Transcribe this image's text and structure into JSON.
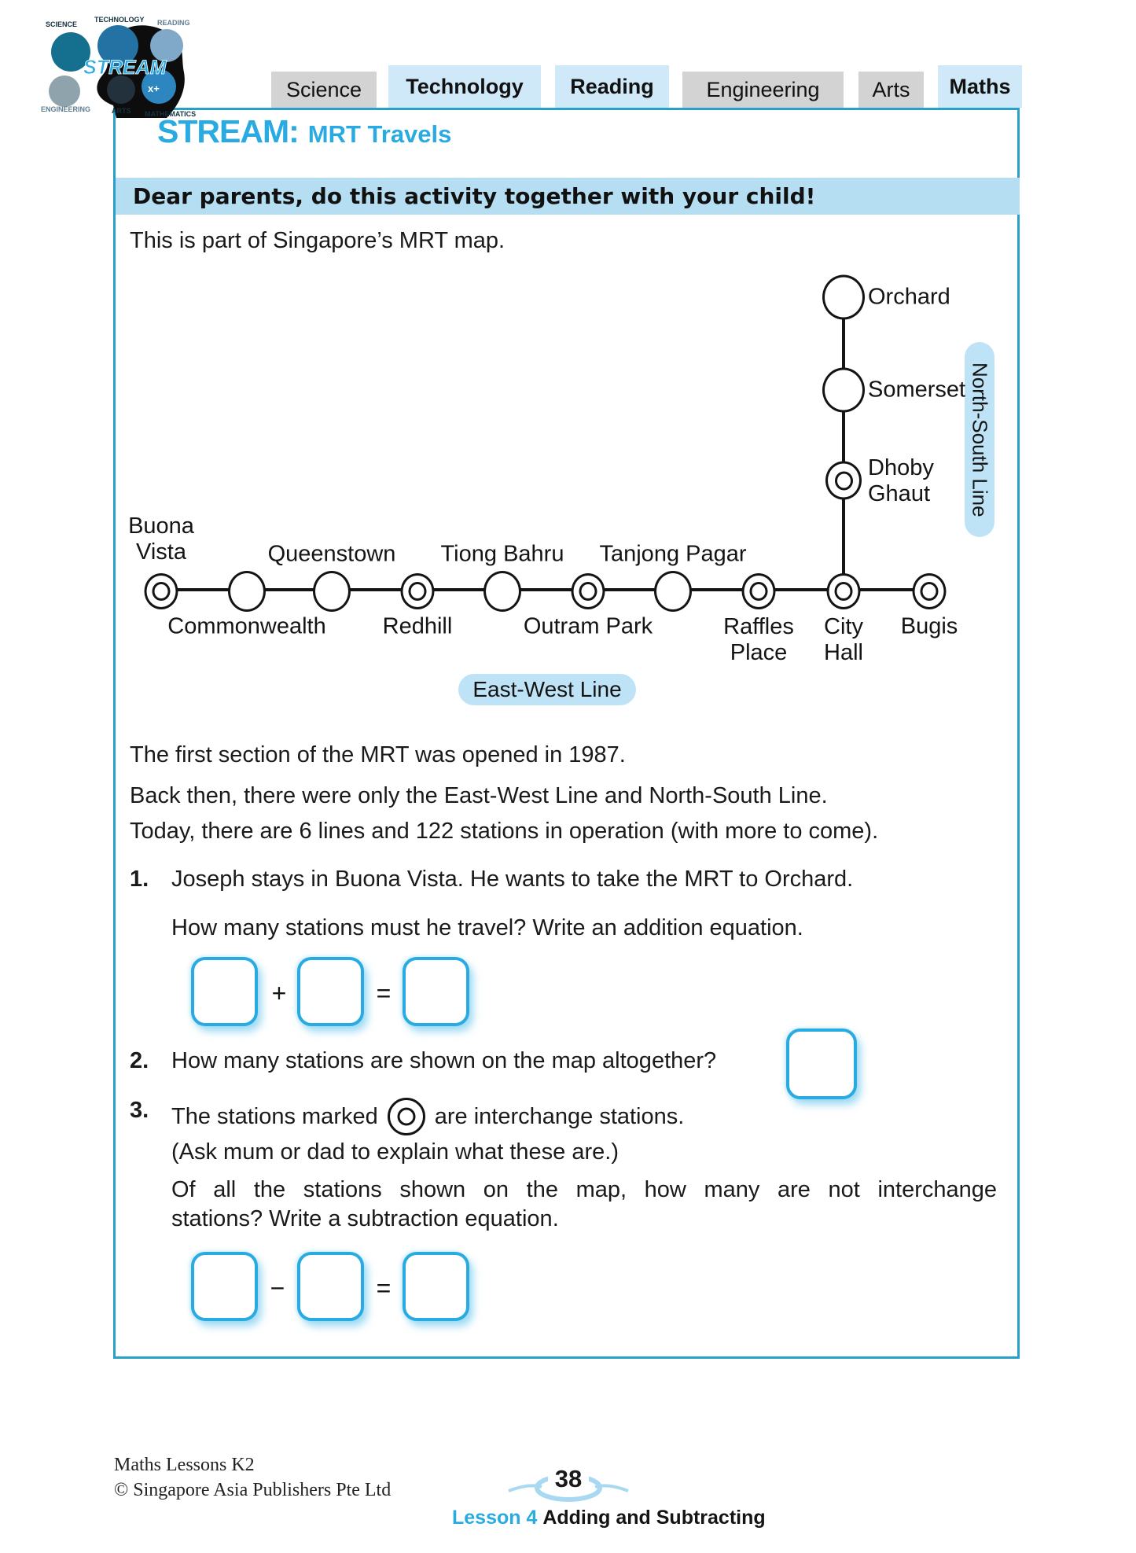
{
  "header": {
    "logo_brand": "STREAM",
    "logo_labels": [
      "SCIENCE",
      "TECHNOLOGY",
      "READING",
      "ENGINEERING",
      "ARTS",
      "MATHEMATICS"
    ],
    "tabs": [
      {
        "label": "Science",
        "active": false
      },
      {
        "label": "Technology",
        "active": true
      },
      {
        "label": "Reading",
        "active": true
      },
      {
        "label": "Engineering",
        "active": false
      },
      {
        "label": "Arts",
        "active": false
      },
      {
        "label": "Maths",
        "active": true
      }
    ],
    "title_prefix": "STREAM:",
    "title": "MRT Travels",
    "banner": "Dear parents, do this activity together with your child!"
  },
  "intro": "This is part of Singapore’s MRT map.",
  "map": {
    "ew_line_label": "East-West Line",
    "ns_line_label": "North-South Line",
    "ew_stations": [
      {
        "name": "Buona Vista",
        "label": "Buona\nVista",
        "interchange": true,
        "label_pos": "above"
      },
      {
        "name": "Commonwealth",
        "label": "Commonwealth",
        "interchange": false,
        "label_pos": "below"
      },
      {
        "name": "Queenstown",
        "label": "Queenstown",
        "interchange": false,
        "label_pos": "above"
      },
      {
        "name": "Redhill",
        "label": "Redhill",
        "interchange": true,
        "label_pos": "below"
      },
      {
        "name": "Tiong Bahru",
        "label": "Tiong Bahru",
        "interchange": false,
        "label_pos": "above"
      },
      {
        "name": "Outram Park",
        "label": "Outram Park",
        "interchange": true,
        "label_pos": "below"
      },
      {
        "name": "Tanjong Pagar",
        "label": "Tanjong Pagar",
        "interchange": false,
        "label_pos": "above"
      },
      {
        "name": "Raffles Place",
        "label": "Raffles\nPlace",
        "interchange": true,
        "label_pos": "below"
      },
      {
        "name": "City Hall",
        "label": "City\nHall",
        "interchange": true,
        "label_pos": "below"
      },
      {
        "name": "Bugis",
        "label": "Bugis",
        "interchange": true,
        "label_pos": "below"
      }
    ],
    "ns_stations": [
      {
        "name": "Orchard",
        "label": "Orchard",
        "interchange": false
      },
      {
        "name": "Somerset",
        "label": "Somerset",
        "interchange": false
      },
      {
        "name": "Dhoby Ghaut",
        "label": "Dhoby\nGhaut",
        "interchange": true
      }
    ]
  },
  "facts": [
    "The first section of the MRT was opened in 1987.",
    "Back then, there were only the East-West Line and North-South Line.",
    "Today, there are 6 lines and 122 stations in operation (with more to come)."
  ],
  "questions": {
    "q1": {
      "number": "1.",
      "prompt": "Joseph stays in Buona Vista. He wants to take the MRT to Orchard.",
      "prompt2": "How many stations must he travel? Write an addition equation.",
      "op1": "+",
      "op2": "="
    },
    "q2": {
      "number": "2.",
      "prompt": "How many stations are shown on the map altogether?"
    },
    "q3": {
      "number": "3.",
      "prompt_before_icon": "The stations marked",
      "prompt_after_icon": "are interchange stations.",
      "hint": "(Ask mum or dad to explain what these are.)",
      "prompt2_line1": "Of all the stations shown on the map, how many are not interchange",
      "prompt2_line2": "stations? Write a subtraction equation.",
      "op1": "−",
      "op2": "="
    }
  },
  "footer": {
    "series": "Maths Lessons K2",
    "copyright": "© Singapore Asia Publishers Pte Ltd",
    "page_number": "38",
    "lesson_label": "Lesson 4",
    "lesson_title": "Adding and Subtracting"
  },
  "colors": {
    "accent": "#29abe2",
    "frame_border": "#2aa0c8",
    "banner_fill": "#b6def2",
    "tab_active_fill": "#cfe9f8",
    "tab_inactive_fill": "#d3d3d3",
    "ink": "#1a1a1a"
  }
}
